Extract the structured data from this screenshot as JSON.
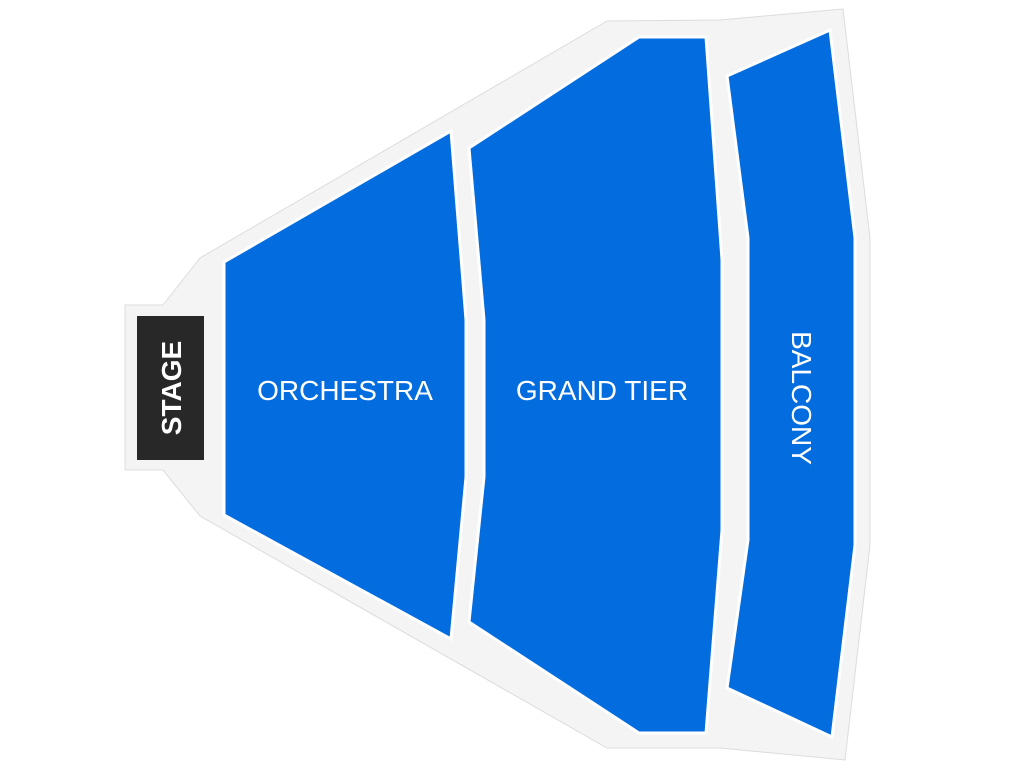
{
  "colors": {
    "section": "#036de0",
    "floor": "#f4f4f4",
    "floor_border": "#dcdcdc",
    "stage": "#282828",
    "label": "#ffffff"
  },
  "stage": {
    "label": "STAGE"
  },
  "sections": [
    {
      "id": "orchestra",
      "label": "ORCHESTRA"
    },
    {
      "id": "grand-tier",
      "label": "GRAND TIER"
    },
    {
      "id": "balcony",
      "label": "BALCONY"
    }
  ]
}
